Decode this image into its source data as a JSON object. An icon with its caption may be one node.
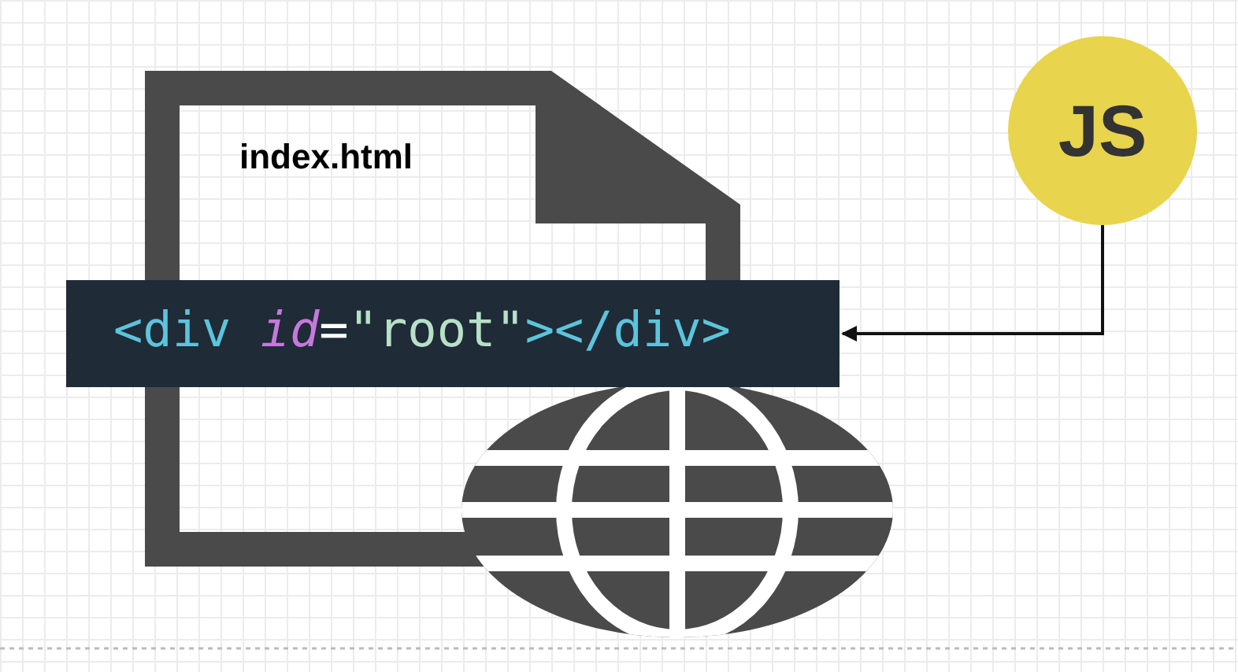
{
  "diagram": {
    "nodes": [
      {
        "text": [
          "index.html"
        ]
      },
      {
        "text": [
          "<div *id*=\"root\"></div>"
        ]
      },
      {
        "text": [
          "JS"
        ]
      }
    ],
    "edges": [
      {
        "from": 2,
        "to": 1,
        "arrow": "to"
      }
    ]
  }
}
